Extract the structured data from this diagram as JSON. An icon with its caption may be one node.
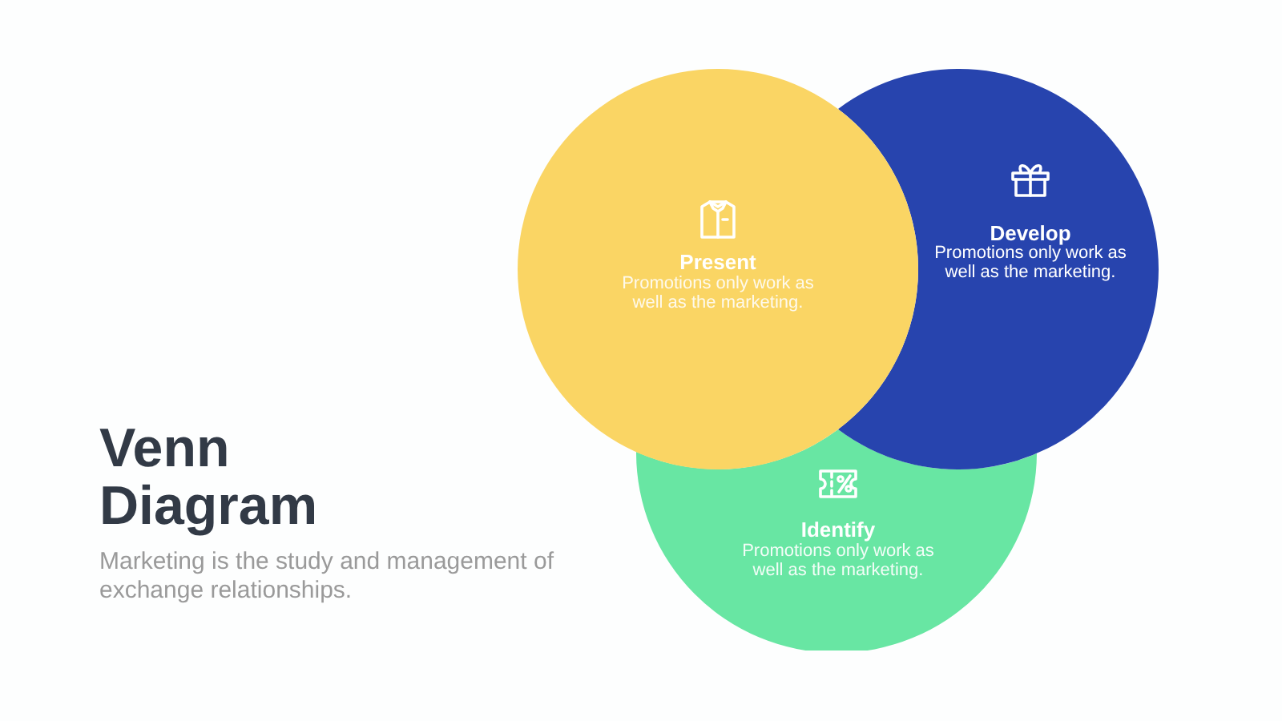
{
  "diagram": {
    "title": "Venn Diagram",
    "nodes": [
      {
        "text": [
          "Present",
          "Promotions only work as well as the marketing."
        ]
      },
      {
        "text": [
          "Develop",
          "Promotions only work as well as the marketing."
        ]
      },
      {
        "text": [
          "Identify",
          "Promotions only work as well as the marketing."
        ]
      }
    ],
    "labels": [
      "Marketing is the study and management of exchange relationships."
    ]
  }
}
